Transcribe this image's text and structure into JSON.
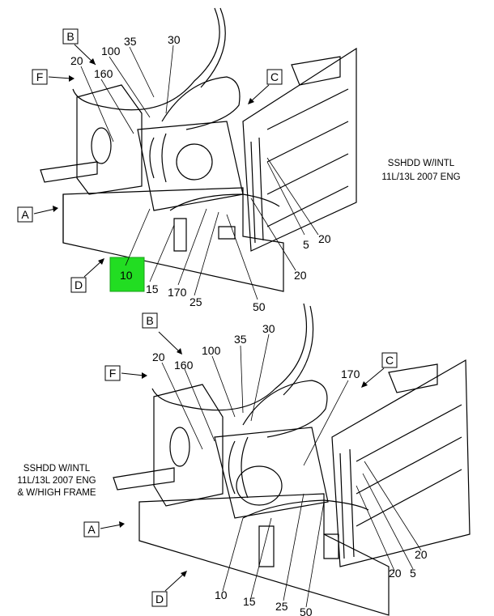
{
  "top_view": {
    "caption": [
      "SSHDD W/INTL",
      "11L/13L 2007 ENG"
    ],
    "boxes": [
      "B",
      "F",
      "C",
      "A",
      "D"
    ],
    "callouts": [
      "35",
      "30",
      "100",
      "20",
      "160",
      "20",
      "5",
      "20",
      "10",
      "15",
      "170",
      "25",
      "50"
    ],
    "highlighted_callout": "10"
  },
  "bottom_view": {
    "caption": [
      "SSHDD W/INTL",
      "11L/13L 2007 ENG",
      "& W/HIGH FRAME"
    ],
    "boxes": [
      "B",
      "F",
      "C",
      "A",
      "D"
    ],
    "callouts": [
      "35",
      "30",
      "100",
      "20",
      "160",
      "170",
      "20",
      "20",
      "5",
      "10",
      "15",
      "25",
      "50"
    ]
  },
  "colors": {
    "highlight": "#22dd22",
    "line": "#000000",
    "background": "#ffffff"
  }
}
